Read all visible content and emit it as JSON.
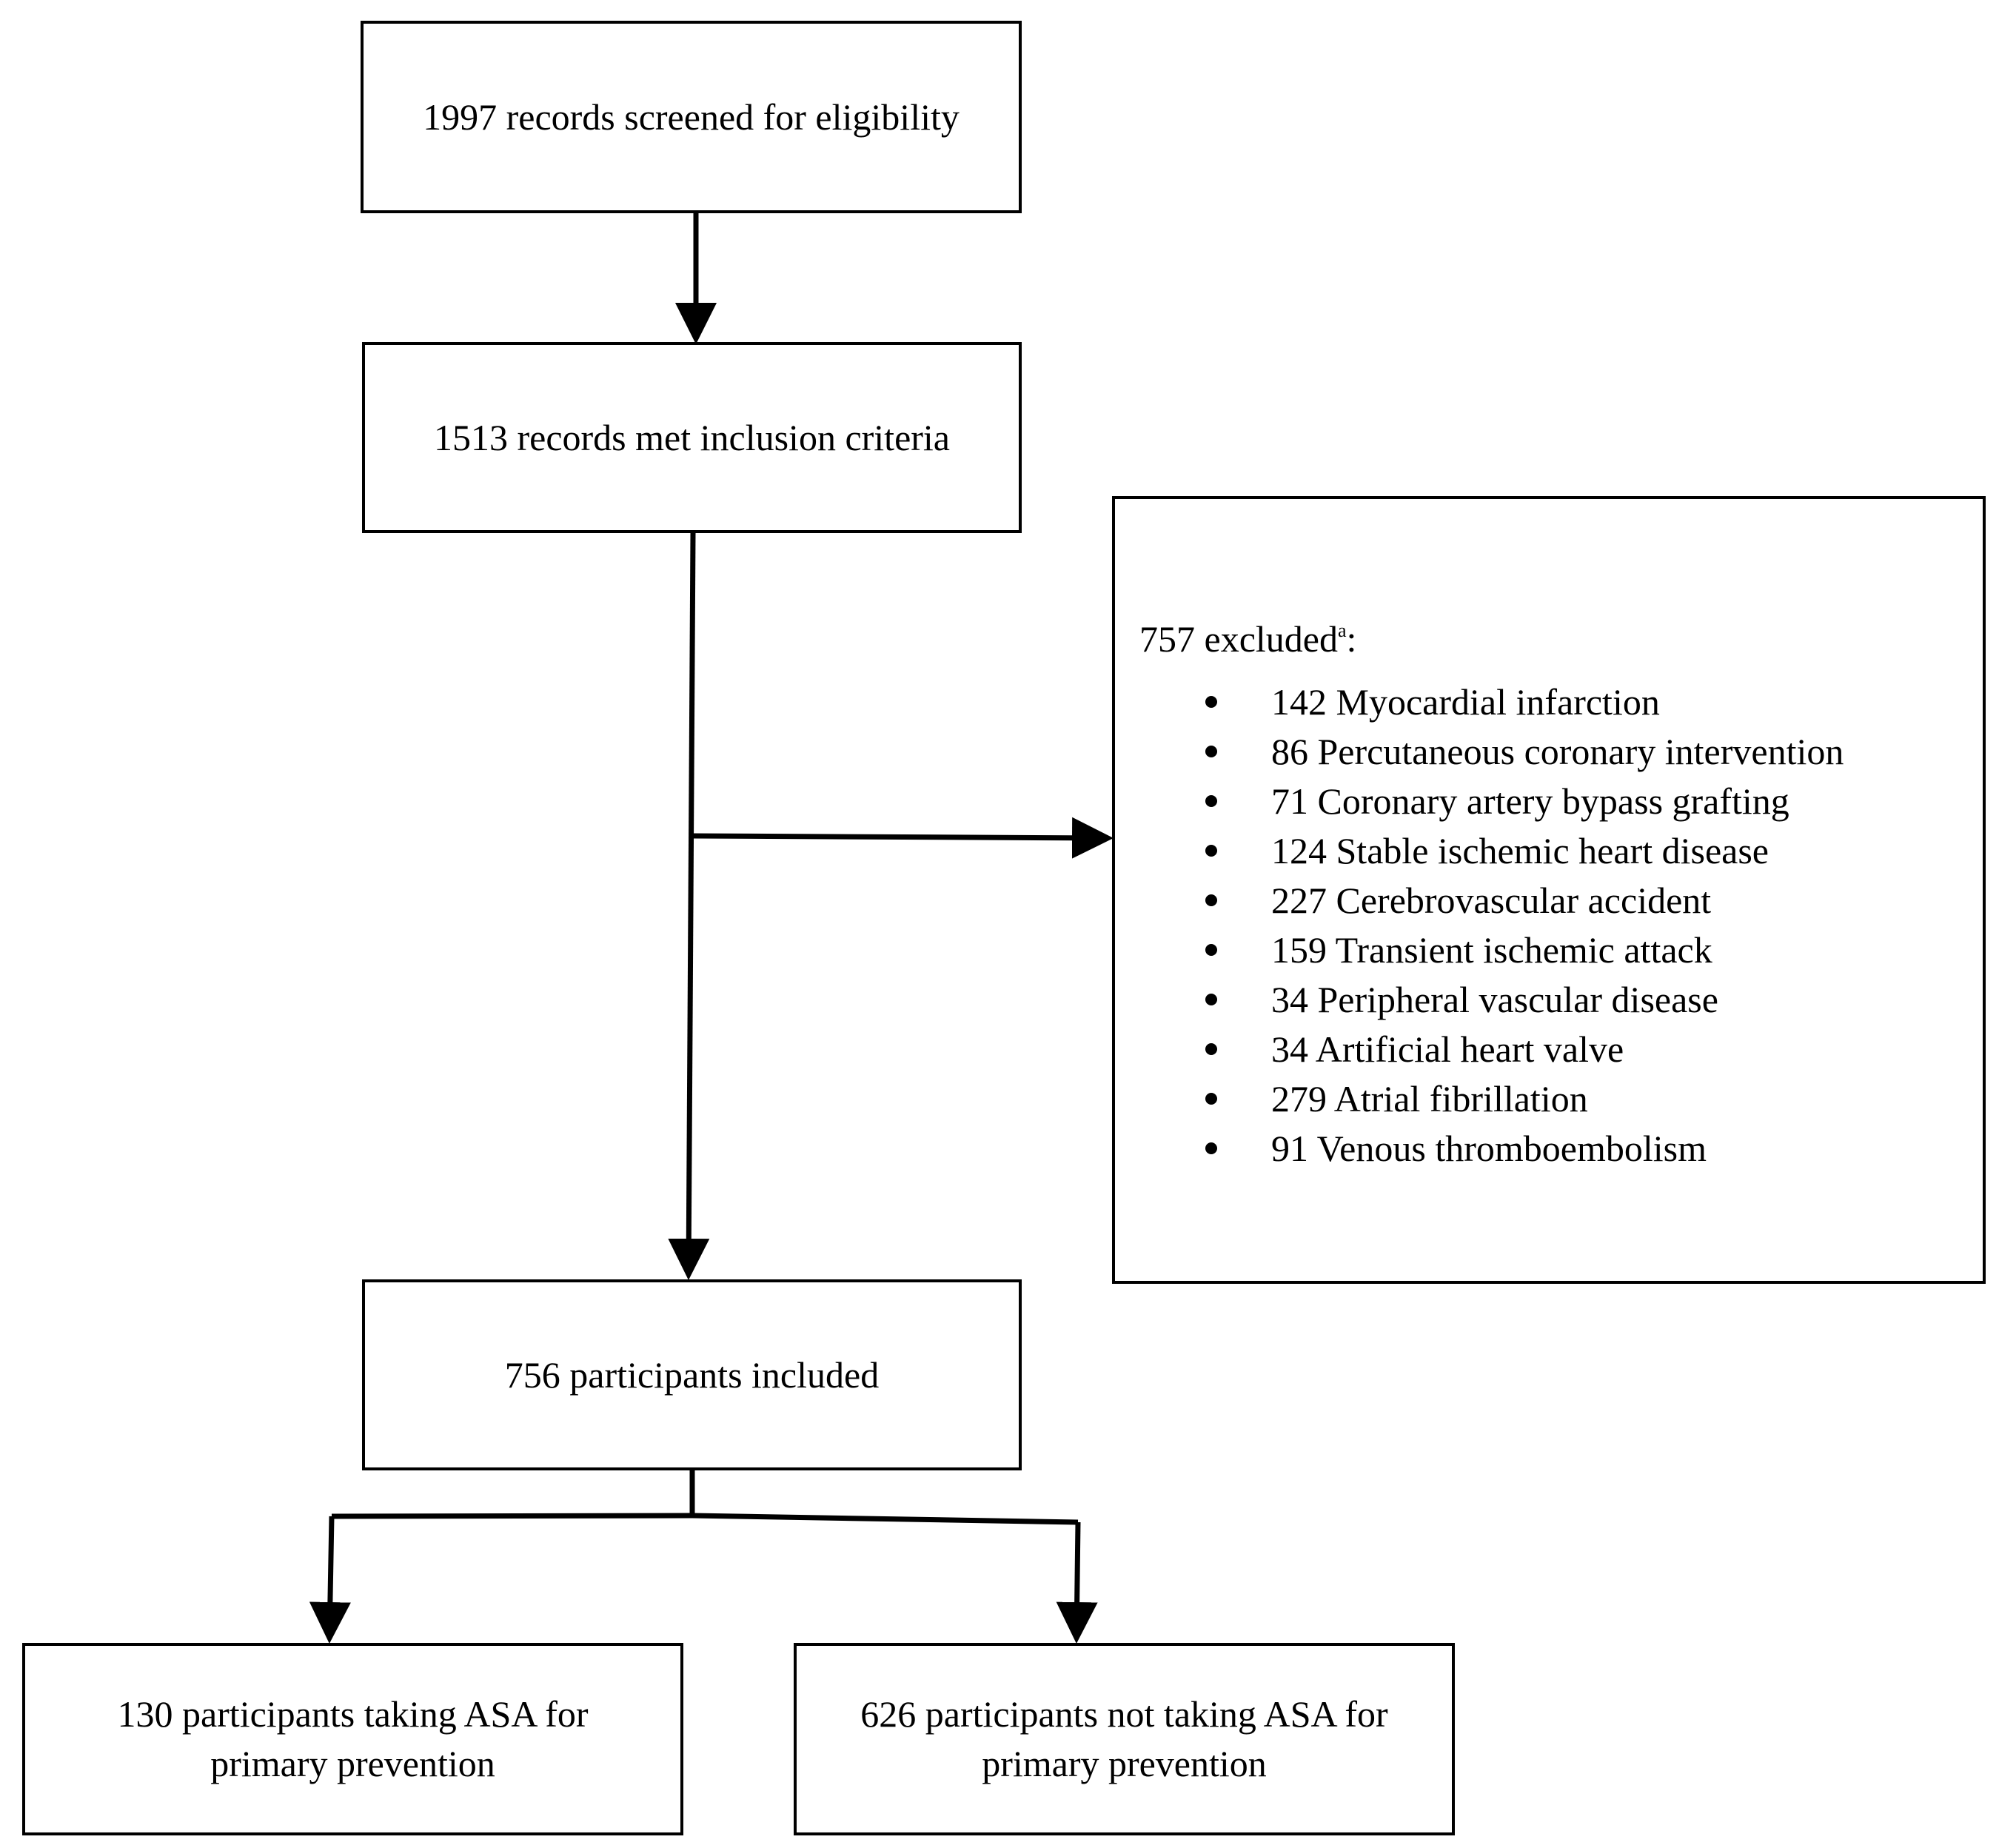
{
  "flowchart": {
    "screened": "1997 records screened for eligibility",
    "inclusion": "1513 records met inclusion criteria",
    "excluded": {
      "title": "757 excluded",
      "title_superscript": "a",
      "title_suffix": ":",
      "items": [
        "142 Myocardial infarction",
        "86 Percutaneous coronary intervention",
        "71 Coronary artery bypass grafting",
        "124 Stable ischemic heart disease",
        "227 Cerebrovascular accident",
        "159 Transient ischemic attack",
        "34 Peripheral vascular disease",
        "34 Artificial heart valve",
        "279 Atrial fibrillation",
        "91 Venous thromboembolism"
      ]
    },
    "included": "756 participants included",
    "asa_line1": "130 participants taking ASA for",
    "asa_line2": "primary prevention",
    "no_asa_line1": "626 participants not taking ASA for",
    "no_asa_line2": "primary prevention"
  },
  "colors": {
    "line": "#000000",
    "background": "#ffffff"
  }
}
